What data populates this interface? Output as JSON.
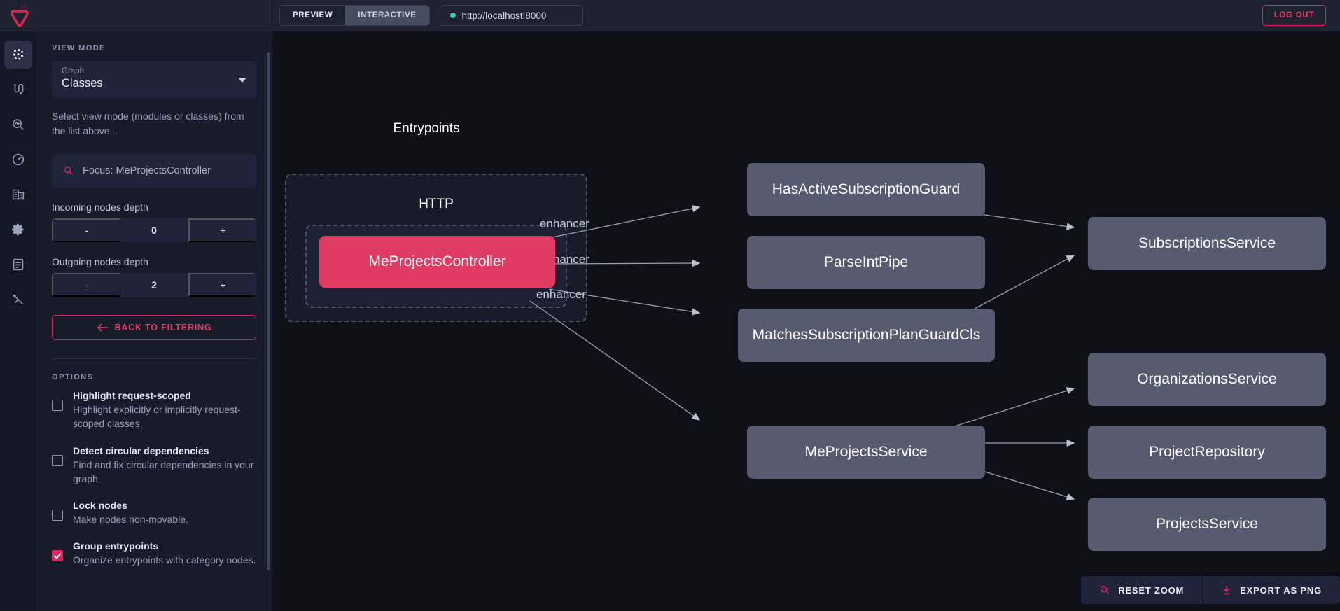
{
  "topbar": {
    "modes": [
      {
        "label": "PREVIEW",
        "active": false
      },
      {
        "label": "INTERACTIVE",
        "active": true
      }
    ],
    "url": "http://localhost:8000",
    "status_color": "#3fc9ae",
    "logout_label": "LOG OUT",
    "accent": "#e0245e"
  },
  "rail": {
    "items": [
      {
        "name": "graph-icon",
        "active": true
      },
      {
        "name": "routes-icon",
        "active": false
      },
      {
        "name": "inspect-icon",
        "active": false
      },
      {
        "name": "gauge-icon",
        "active": false
      },
      {
        "name": "resources-icon",
        "active": false
      },
      {
        "name": "gear-icon",
        "active": false
      },
      {
        "name": "logs-icon",
        "active": false
      },
      {
        "name": "bug-icon",
        "active": false
      }
    ]
  },
  "sidebar": {
    "view_mode_label": "VIEW MODE",
    "select": {
      "label": "Graph",
      "value": "Classes"
    },
    "helper_text": "Select view mode (modules or classes) from the list above...",
    "focus": {
      "placeholder": "Focus: MeProjectsController",
      "value": "Focus: MeProjectsController"
    },
    "incoming": {
      "label": "Incoming nodes depth",
      "minus": "-",
      "value": "0",
      "plus": "+"
    },
    "outgoing": {
      "label": "Outgoing nodes depth",
      "minus": "-",
      "value": "2",
      "plus": "+"
    },
    "back_button": "BACK TO FILTERING",
    "options_label": "OPTIONS",
    "options": [
      {
        "title": "Highlight request-scoped",
        "description": "Highlight explicitly or implicitly request-scoped classes.",
        "checked": false
      },
      {
        "title": "Detect circular dependencies",
        "description": "Find and fix circular dependencies in your graph.",
        "checked": false
      },
      {
        "title": "Lock nodes",
        "description": "Make nodes non-movable.",
        "checked": false
      },
      {
        "title": "Group entrypoints",
        "description": "Organize entrypoints with category nodes.",
        "checked": true
      }
    ]
  },
  "graph": {
    "entrypoints_title": "Entrypoints",
    "http_title": "HTTP",
    "nodes": [
      {
        "id": "focus",
        "label": "MeProjectsController",
        "kind": "focus"
      },
      {
        "id": "guard",
        "label": "HasActiveSubscriptionGuard",
        "kind": "cls"
      },
      {
        "id": "pipe",
        "label": "ParseIntPipe",
        "kind": "cls"
      },
      {
        "id": "matches",
        "label": "MatchesSubscriptionPlanGuardCls",
        "kind": "cls"
      },
      {
        "id": "meproj",
        "label": "MeProjectsService",
        "kind": "cls"
      },
      {
        "id": "subs",
        "label": "SubscriptionsService",
        "kind": "cls"
      },
      {
        "id": "orgs",
        "label": "OrganizationsService",
        "kind": "cls"
      },
      {
        "id": "repo",
        "label": "ProjectRepository",
        "kind": "cls"
      },
      {
        "id": "projects",
        "label": "ProjectsService",
        "kind": "cls"
      }
    ],
    "edge_labels": [
      "enhancer",
      "enhancer",
      "enhancer"
    ]
  },
  "bottom_bar": {
    "reset_zoom": "RESET ZOOM",
    "export_png": "EXPORT AS PNG"
  }
}
